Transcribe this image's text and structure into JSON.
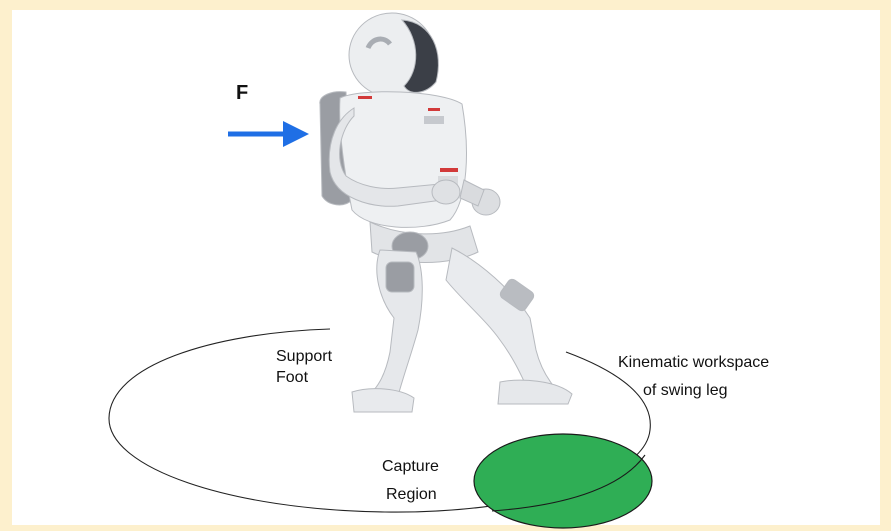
{
  "force_label": "F",
  "support_foot": [
    "Support",
    "Foot"
  ],
  "kinematic_workspace": [
    "Kinematic workspace",
    "of swing leg"
  ],
  "capture_region": [
    "Capture",
    "Region"
  ],
  "colors": {
    "background_frame": "#fdf0cd",
    "force_arrow": "#1f6fe5",
    "capture_region_fill": "#2fae55",
    "outline": "#222222",
    "robot_body": "#e9eaec",
    "robot_shading": "#9a9da3",
    "robot_accent": "#d23a3a"
  }
}
